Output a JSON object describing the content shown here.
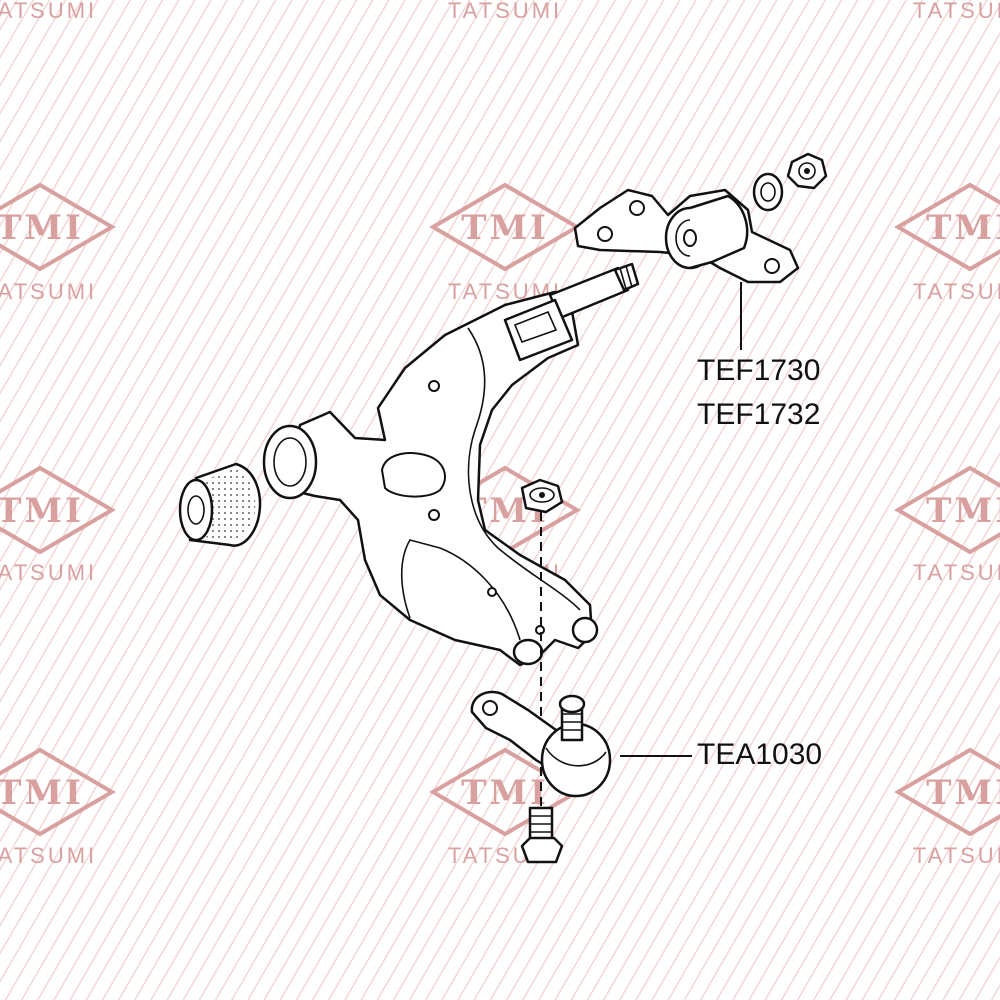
{
  "watermark": {
    "logo_text": "TMI",
    "brand_text": "TATSUMI",
    "color": "#d9a0a0"
  },
  "callouts": [
    {
      "id": "bushing",
      "label_1": "TEF1730",
      "label_2": "TEF1732"
    },
    {
      "id": "ball_joint",
      "label_1": "TEA1030"
    }
  ],
  "colors": {
    "line": "#111111",
    "background": "#ffffff"
  }
}
